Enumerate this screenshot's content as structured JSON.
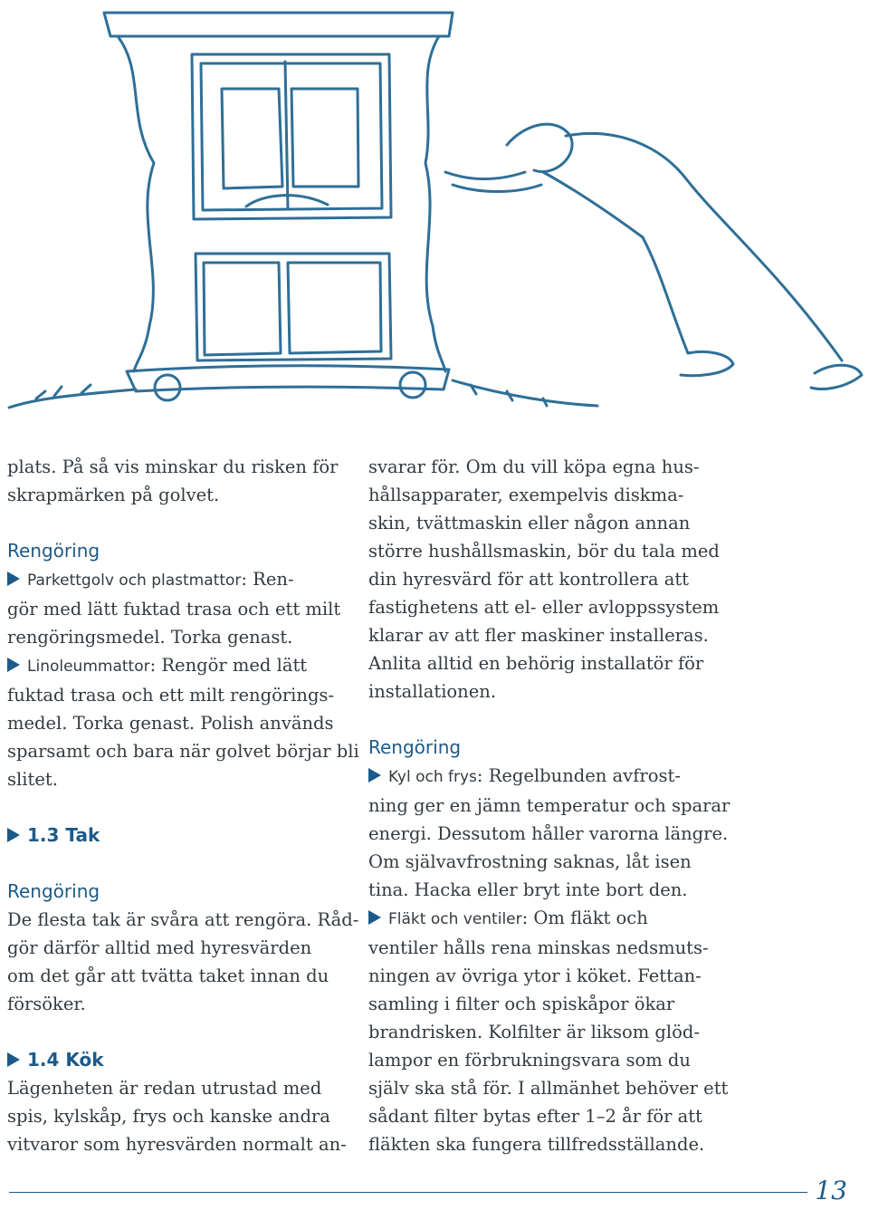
{
  "colors": {
    "accent": "#1c5a8a",
    "text": "#333a40",
    "illustration": "#2f6f97"
  },
  "illustration": {
    "icon": "man-pushing-cabinet-illustration"
  },
  "left_column": {
    "l1": "plats. På så vis minskar du risken för",
    "l2": "skrapmärken på golvet.",
    "h1": "Rengöring",
    "b1_term": "Parkettgolv och plastmattor",
    "b1_l1": ": Ren-",
    "b1_l2": "gör med lätt fuktad trasa och ett milt",
    "b1_l3": "rengöringsmedel. Torka genast.",
    "b2_term": "Linoleummattor",
    "b2_l1": ": Rengör med lätt",
    "b2_l2": "fuktad trasa och ett milt rengörings-",
    "b2_l3": "medel. Torka genast. Polish används",
    "b2_l4": "sparsamt och bara när golvet börjar bli",
    "b2_l5": "slitet.",
    "s13": "1.3 Tak",
    "h2": "Rengöring",
    "t1": "De flesta tak är svåra att rengöra. Råd-",
    "t2": "gör därför alltid med hyresvärden",
    "t3": "om det går att tvätta taket innan du",
    "t4": "försöker.",
    "s14": "1.4 Kök",
    "k1": "Lägenheten är redan utrustad med",
    "k2": "spis, kylskåp, frys och kanske andra",
    "k3": "vitvaror som hyresvärden normalt an-"
  },
  "right_column": {
    "r1": "svarar för. Om du vill köpa egna hus-",
    "r2": "hållsapparater, exempelvis diskma-",
    "r3": "skin, tvättmaskin eller någon annan",
    "r4": "större hushållsmaskin, bör du tala med",
    "r5": "din hyresvärd för att kontrollera att",
    "r6": "fastighetens att el- eller avloppssystem",
    "r7": "klarar av att fler maskiner installeras.",
    "r8": "Anlita alltid en behörig installatör för",
    "r9": "installationen.",
    "h3": "Rengöring",
    "c1_term": "Kyl och frys",
    "c1_l1": ": Regelbunden avfrost-",
    "c1_l2": "ning ger en jämn temperatur och sparar",
    "c1_l3": "energi. Dessutom håller varorna längre.",
    "c1_l4": "Om självavfrostning saknas, låt isen",
    "c1_l5": "tina. Hacka eller bryt inte bort den.",
    "c2_term": "Fläkt och ventiler",
    "c2_l1": ": Om fläkt och",
    "c2_l2": "ventiler hålls rena minskas nedsmuts-",
    "c2_l3": "ningen av övriga ytor i köket. Fettan-",
    "c2_l4": "samling i filter och spiskåpor ökar",
    "c2_l5": "brandrisken. Kolfilter är liksom glöd-",
    "c2_l6": "lampor en förbrukningsvara som du",
    "c2_l7": "själv ska stå för. I allmänhet behöver ett",
    "c2_l8": "sådant filter bytas efter 1–2 år för att",
    "c2_l9": "fläkten ska fungera tillfredsställande."
  },
  "footer": {
    "page_number": "13"
  }
}
